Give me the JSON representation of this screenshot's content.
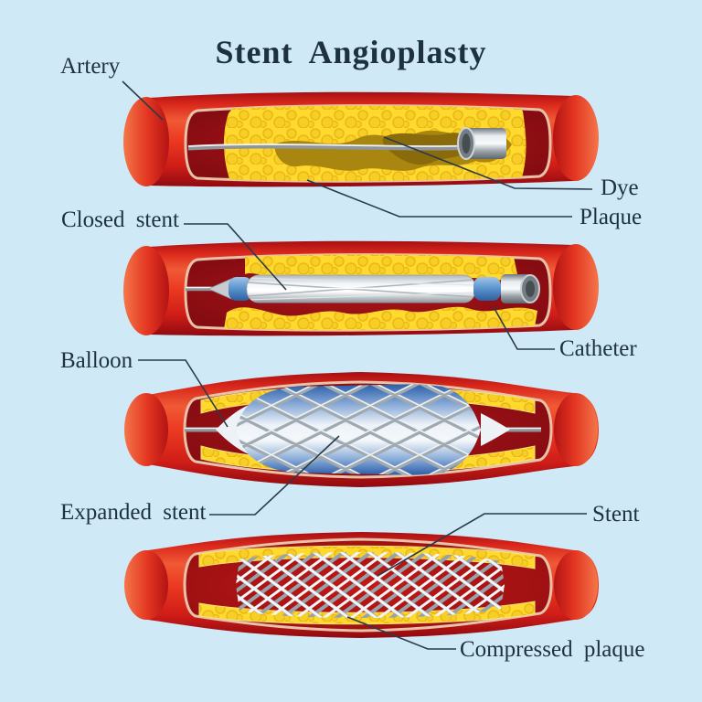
{
  "diagram": {
    "title": "Stent Angioplasty",
    "labels": {
      "artery": "Artery",
      "dye": "Dye",
      "plaque": "Plaque",
      "closed_stent": "Closed stent",
      "catheter": "Catheter",
      "balloon": "Balloon",
      "expanded_stent": "Expanded stent",
      "stent": "Stent",
      "compressed_plaque": "Compressed plaque"
    },
    "colors": {
      "background": "#cfe9f7",
      "text": "#1d3141",
      "leader_line": "#2a3b49",
      "artery_red": "#ec3a22",
      "artery_red_dark": "#9c0e12",
      "artery_highlight": "#f4764a",
      "lumen_dark_red": "#7c0a10",
      "plaque_yellow": "#ffd92e",
      "plaque_texture_yellow": "#e9b816",
      "dye_olive": "#a8860f",
      "inner_wall_pink": "#e5c2a8",
      "device_gray": "#8e969c",
      "catheter_silver": "#e8ecef",
      "stent_blue": "#2e6ab0",
      "mesh_gray": "#9fa9b1",
      "mesh_white": "#f2f5f7"
    }
  }
}
